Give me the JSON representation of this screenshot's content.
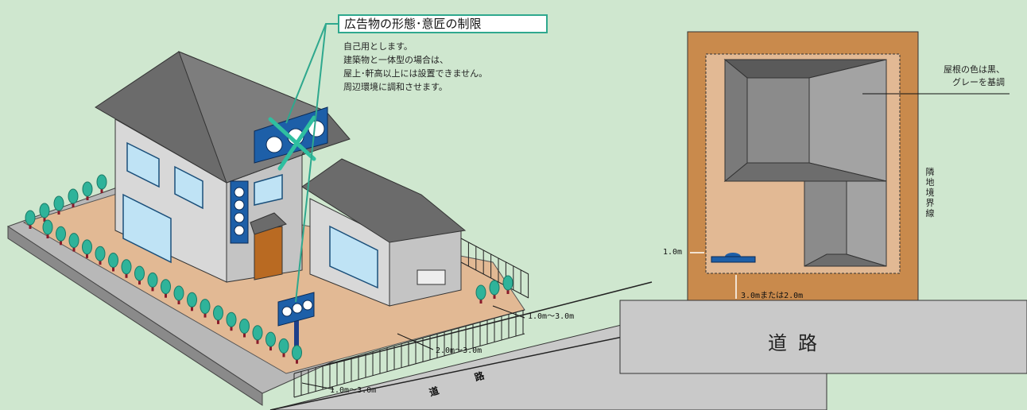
{
  "title": "広告物の形態･意匠の制限",
  "notes": [
    "自己用とします。",
    "建築物と一体型の場合は、",
    "屋上･軒高以上には設置できません。",
    "周辺環境に調和させます。"
  ],
  "roof_note": [
    "屋根の色は黒、",
    "グレーを基調"
  ],
  "boundary_label": "隣地境界線",
  "dims": {
    "plan_side": "1.0m",
    "plan_front": "3.0mまたは2.0m",
    "iso_right": "1.0m～3.0m",
    "iso_mid": "2.0m～3.0m",
    "iso_front": "1.0m～3.0m"
  },
  "road_plan": "道路",
  "road_iso_1": "道",
  "road_iso_2": "路",
  "colors": {
    "background": "#cfe7cf",
    "ground": "#e2b994",
    "lot": "#c98a4c",
    "accent": "#2fa88e",
    "sign_blue": "#1d5fa8",
    "roof": "#6b6b6b"
  }
}
